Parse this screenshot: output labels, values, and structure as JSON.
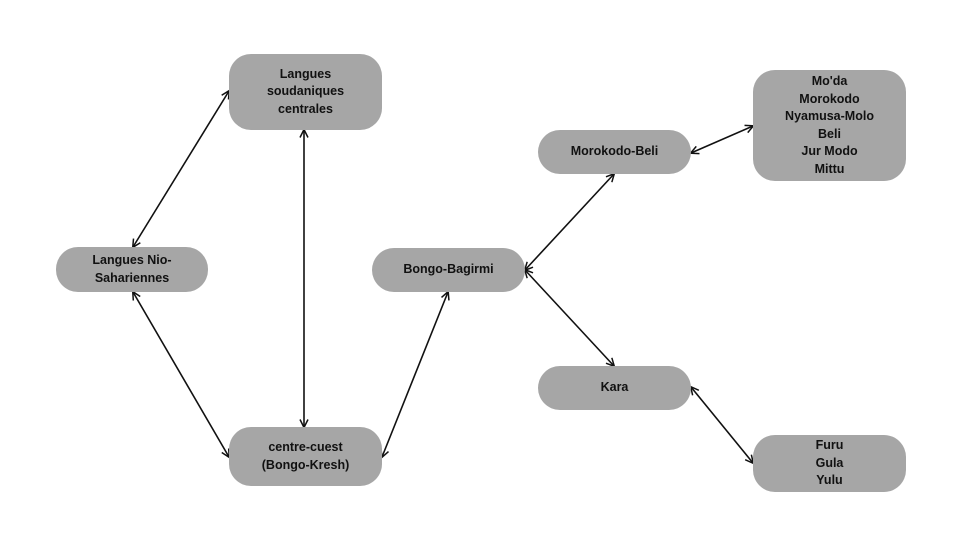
{
  "diagram": {
    "nodes": [
      {
        "id": "soudaniques",
        "lines": [
          "Langues",
          "soudaniques",
          "centrales"
        ]
      },
      {
        "id": "nio",
        "lines": [
          "Langues Nio-",
          "Sahariennes"
        ]
      },
      {
        "id": "centre",
        "lines": [
          "centre-cuest",
          "(Bongo-Kresh)"
        ]
      },
      {
        "id": "bongo",
        "lines": [
          "Bongo-Bagirmi"
        ]
      },
      {
        "id": "morokodo",
        "lines": [
          "Morokodo-Beli"
        ]
      },
      {
        "id": "langlist",
        "lines": [
          "Mo'da",
          "Morokodo",
          "Nyamusa-Molo",
          "Beli",
          "Jur Modo",
          "Mittu"
        ]
      },
      {
        "id": "kara",
        "lines": [
          "Kara"
        ]
      },
      {
        "id": "furu",
        "lines": [
          "Furu",
          "Gula",
          "Yulu"
        ]
      }
    ],
    "edges": [
      {
        "from": "soudaniques",
        "to": "nio",
        "direction": "both"
      },
      {
        "from": "nio",
        "to": "centre",
        "direction": "both"
      },
      {
        "from": "soudaniques",
        "to": "centre",
        "direction": "both"
      },
      {
        "from": "centre",
        "to": "bongo",
        "direction": "both"
      },
      {
        "from": "bongo",
        "to": "morokodo",
        "direction": "both"
      },
      {
        "from": "morokodo",
        "to": "langlist",
        "direction": "both"
      },
      {
        "from": "bongo",
        "to": "kara",
        "direction": "both"
      },
      {
        "from": "kara",
        "to": "furu",
        "direction": "both"
      }
    ]
  }
}
